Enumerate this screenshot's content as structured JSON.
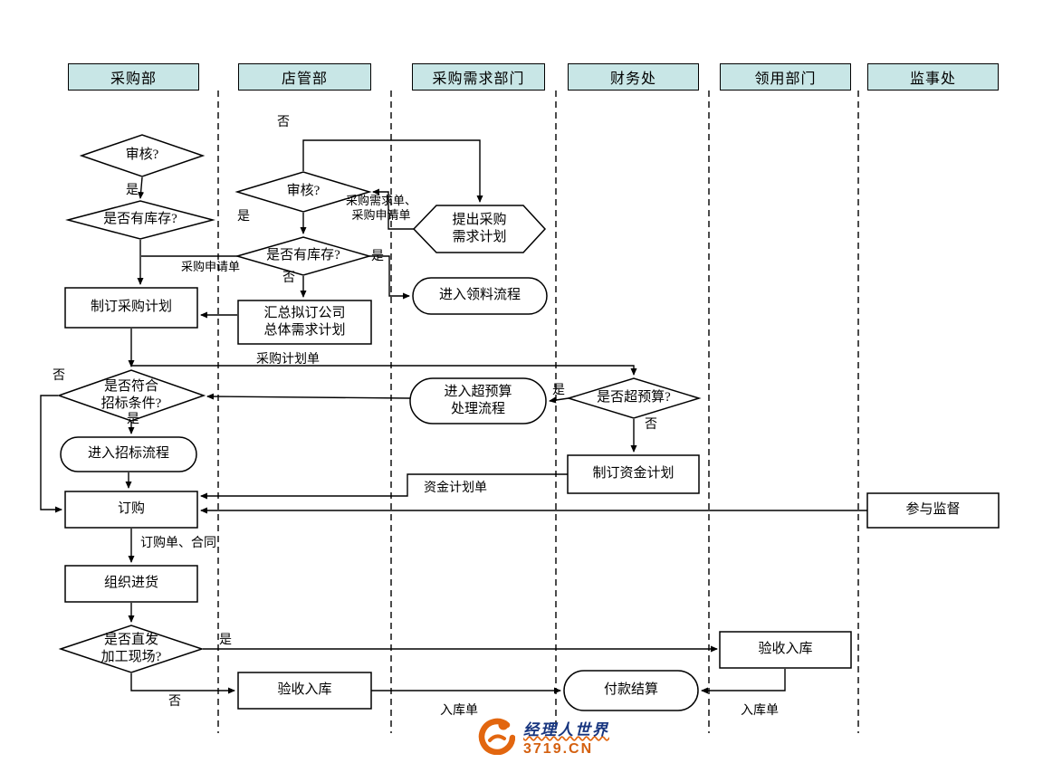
{
  "lanes": [
    {
      "label": "采购部"
    },
    {
      "label": "店管部"
    },
    {
      "label": "采购需求部门"
    },
    {
      "label": "财务处"
    },
    {
      "label": "领用部门"
    },
    {
      "label": "监事处"
    }
  ],
  "nodes": {
    "review1": {
      "label": "审核?",
      "type": "decision"
    },
    "stock1": {
      "label": "是否有库存?",
      "type": "decision"
    },
    "review2": {
      "label": "审核?",
      "type": "decision"
    },
    "stock2": {
      "label": "是否有库存?",
      "type": "decision"
    },
    "propose": {
      "line1": "提出采购",
      "line2": "需求计划",
      "type": "hexagon"
    },
    "material_flow": {
      "label": "进入领料流程",
      "type": "terminator"
    },
    "make_plan": {
      "label": "制订采购计划",
      "type": "process"
    },
    "summarize": {
      "line1": "汇总拟订公司",
      "line2": "总体需求计划",
      "type": "process"
    },
    "bid_cond": {
      "line1": "是否符合",
      "line2": "招标条件?",
      "type": "decision"
    },
    "bid_flow": {
      "label": "进入招标流程",
      "type": "terminator"
    },
    "overbudget_flow": {
      "line1": "进入超预算",
      "line2": "处理流程",
      "type": "terminator"
    },
    "overbudget_cond": {
      "label": "是否超预算?",
      "type": "decision"
    },
    "fund_plan": {
      "label": "制订资金计划",
      "type": "process"
    },
    "order": {
      "label": "订购",
      "type": "process"
    },
    "supervise": {
      "label": "参与监督",
      "type": "process"
    },
    "organize": {
      "label": "组织进货",
      "type": "process"
    },
    "direct_cond": {
      "line1": "是否直发",
      "line2": "加工现场?",
      "type": "decision"
    },
    "receive_dept": {
      "label": "验收入库",
      "type": "process"
    },
    "receive_store": {
      "label": "验收入库",
      "type": "process"
    },
    "payment": {
      "label": "付款结算",
      "type": "terminator"
    }
  },
  "edge_labels": {
    "no_top": "否",
    "yes_review1": "是",
    "docs_request_line1": "采购需求单、",
    "docs_request_line2": "采购申请单",
    "yes_review2": "是",
    "purchase_request": "采购申请单",
    "yes_stock2": "是",
    "no_stock2": "否",
    "purchase_plan": "采购计划单",
    "no_bid": "否",
    "yes_bid": "是",
    "yes_overbudget": "是",
    "no_overbudget": "否",
    "fund_plan_doc": "资金计划单",
    "order_contract": "订购单、合同",
    "yes_direct": "是",
    "no_direct": "否",
    "receipt_doc_store": "入库单",
    "receipt_doc_dept": "入库单"
  },
  "logo": {
    "title": "经理人世界",
    "site": "3719.CN"
  },
  "colors": {
    "lane_header_fill": "#c8e6e6",
    "stroke": "#000000",
    "logo_orange": "#e2660f",
    "logo_navy": "#17357f"
  }
}
